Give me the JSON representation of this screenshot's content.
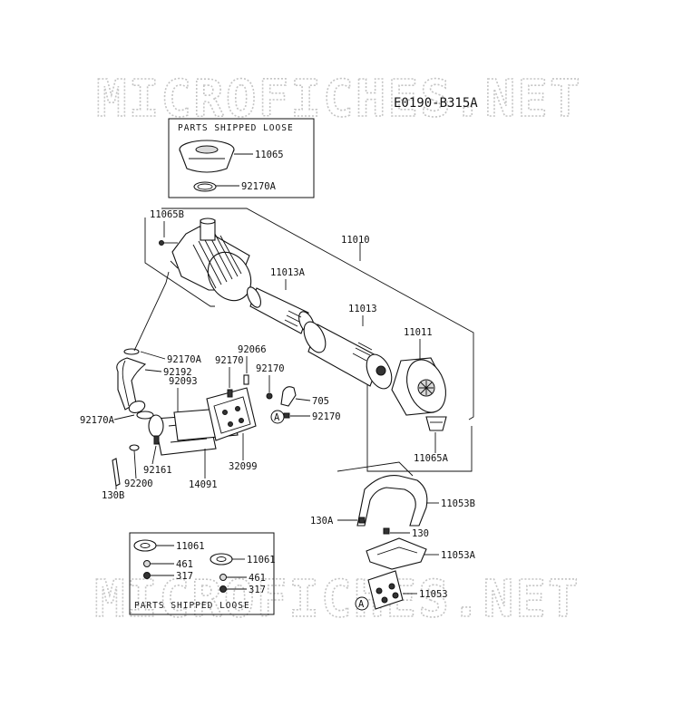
{
  "diagram_code": "E0190-B315A",
  "watermark": "MICROFICHES.NET",
  "top_box_title": "PARTS SHIPPED LOOSE",
  "bottom_box_title": "PARTS SHIPPED LOOSE",
  "callout_letter": "A",
  "labels": {
    "11065": "11065",
    "92170A_top": "92170A",
    "11065B": "11065B",
    "11010": "11010",
    "11013A": "11013A",
    "11013": "11013",
    "11011": "11011",
    "92170A_hose": "92170A",
    "92192": "92192",
    "92066": "92066",
    "92170_a": "92170",
    "92170_b": "92170",
    "92093": "92093",
    "705": "705",
    "92170_c": "92170",
    "92170A_left": "92170A",
    "11065A": "11065A",
    "32099": "32099",
    "92161": "92161",
    "92200": "92200",
    "14091": "14091",
    "130B": "130B",
    "11053B": "11053B",
    "130A": "130A",
    "130": "130",
    "11053A": "11053A",
    "11053": "11053",
    "11061_a": "11061",
    "461_a": "461",
    "317_a": "317",
    "11061_b": "11061",
    "461_b": "461",
    "317_b": "317"
  }
}
